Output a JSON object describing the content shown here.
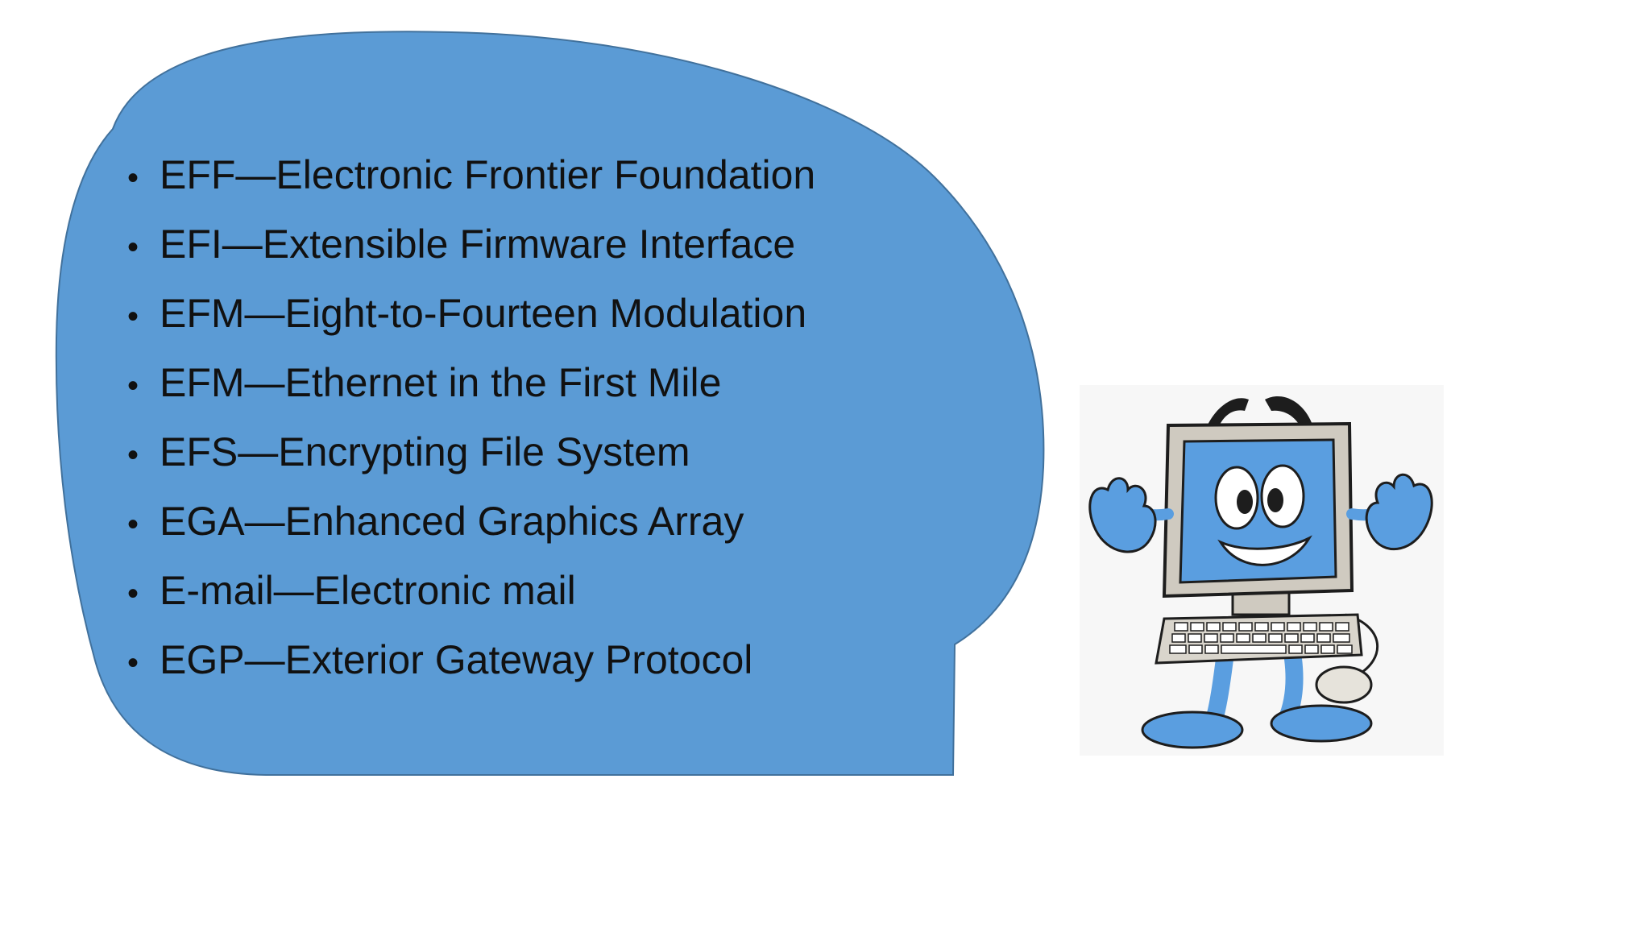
{
  "slide": {
    "items": [
      {
        "bullet": "•",
        "text": "EFF—Electronic Frontier Foundation"
      },
      {
        "bullet": "•",
        "text": "EFI—Extensible Firmware Interface"
      },
      {
        "bullet": "•",
        "text": "EFM—Eight-to-Fourteen Modulation"
      },
      {
        "bullet": "•",
        "text": "EFM—Ethernet in the First Mile"
      },
      {
        "bullet": "•",
        "text": "EFS—Encrypting File System"
      },
      {
        "bullet": "•",
        "text": "EGA—Enhanced Graphics Array"
      },
      {
        "bullet": "•",
        "text": "E-mail—Electronic mail"
      },
      {
        "bullet": "•",
        "text": "EGP—Exterior Gateway Protocol"
      }
    ]
  },
  "colors": {
    "bubble_fill": "#5b9bd5",
    "bubble_stroke": "#41719c",
    "text": "#111111",
    "mascot_blue": "#5a9ee0",
    "mascot_gray": "#cfcac0"
  },
  "illustration": {
    "icon": "cartoon-computer-mascot-icon"
  }
}
